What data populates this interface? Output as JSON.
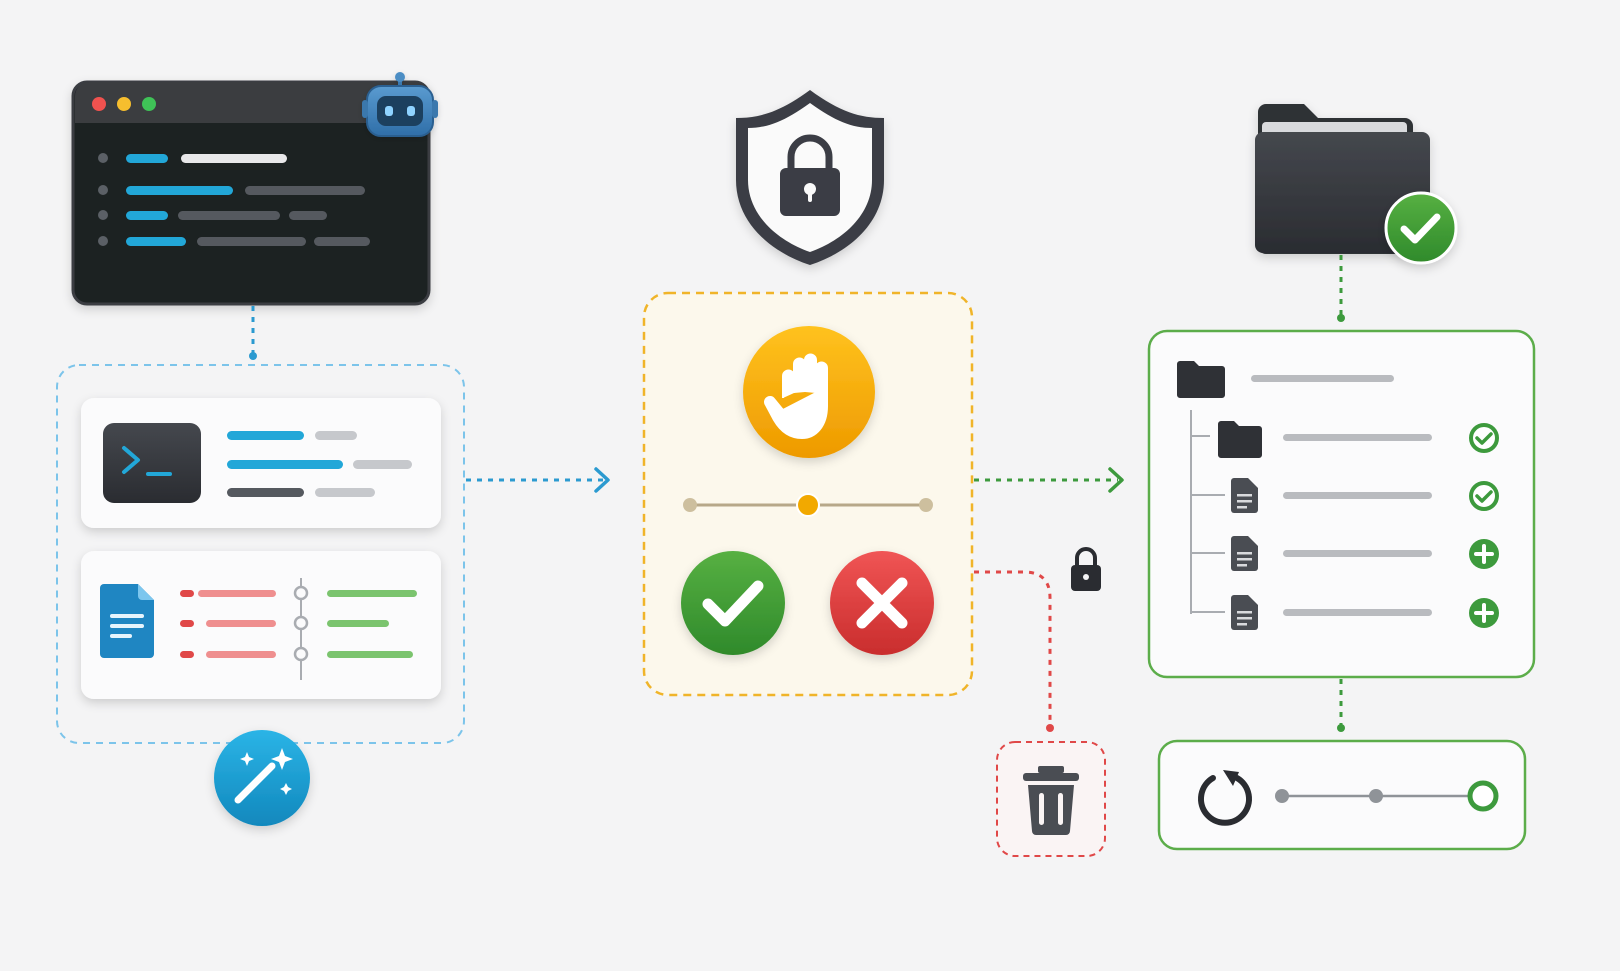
{
  "diagram": {
    "stages": [
      {
        "id": "agent",
        "icon": "robot-icon",
        "color": "#22a7d8"
      },
      {
        "id": "review",
        "icon": "stop-hand-icon",
        "color": "#f2a900"
      },
      {
        "id": "files",
        "icon": "folder-check-icon",
        "color": "#3d9a3d"
      },
      {
        "id": "discard",
        "icon": "trash-icon",
        "color": "#e04848"
      }
    ],
    "icons": [
      "robot-icon",
      "terminal-icon",
      "document-icon",
      "magic-wand-icon",
      "shield-lock-icon",
      "stop-hand-icon",
      "approve-check-icon",
      "reject-x-icon",
      "lock-icon",
      "trash-icon",
      "folder-check-icon",
      "folder-icon",
      "file-icon",
      "check-circle-icon",
      "plus-circle-icon",
      "refresh-icon"
    ],
    "approval_slider_level": 0.5,
    "colors": {
      "agent_blue": "#22a7d8",
      "review_amber": "#f2a900",
      "approve_green": "#3d9a3d",
      "reject_red": "#e04848",
      "dark_panel": "#2b2d31",
      "background": "#f4f4f5"
    }
  }
}
